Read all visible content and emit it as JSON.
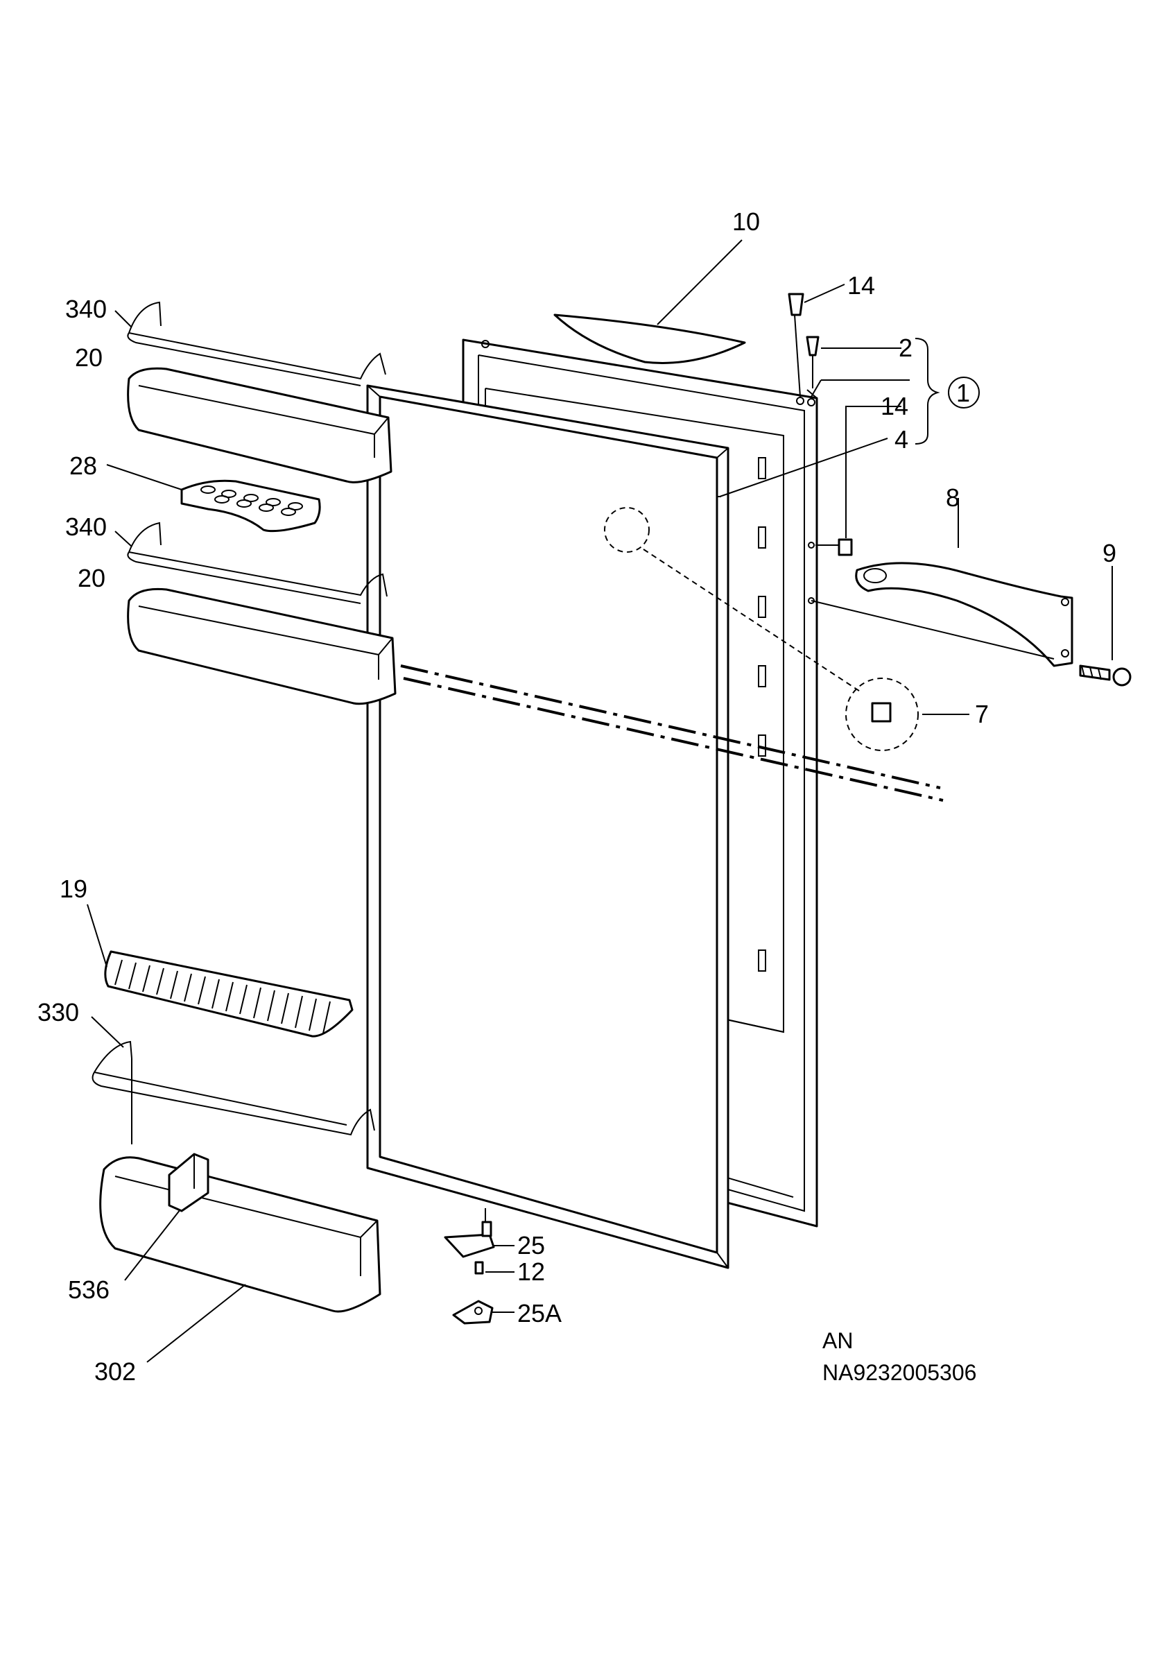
{
  "callouts": {
    "c10": "10",
    "c14a": "14",
    "c2": "2",
    "c1": "1",
    "c14b": "14",
    "c4": "4",
    "c8": "8",
    "c9": "9",
    "c7": "7",
    "c340a": "340",
    "c20a": "20",
    "c28": "28",
    "c340b": "340",
    "c20b": "20",
    "c19": "19",
    "c330": "330",
    "c536": "536",
    "c302": "302",
    "c25": "25",
    "c12": "12",
    "c25a": "25A"
  },
  "drawing_code": {
    "line1": "AN",
    "line2": "NA9232005306"
  }
}
